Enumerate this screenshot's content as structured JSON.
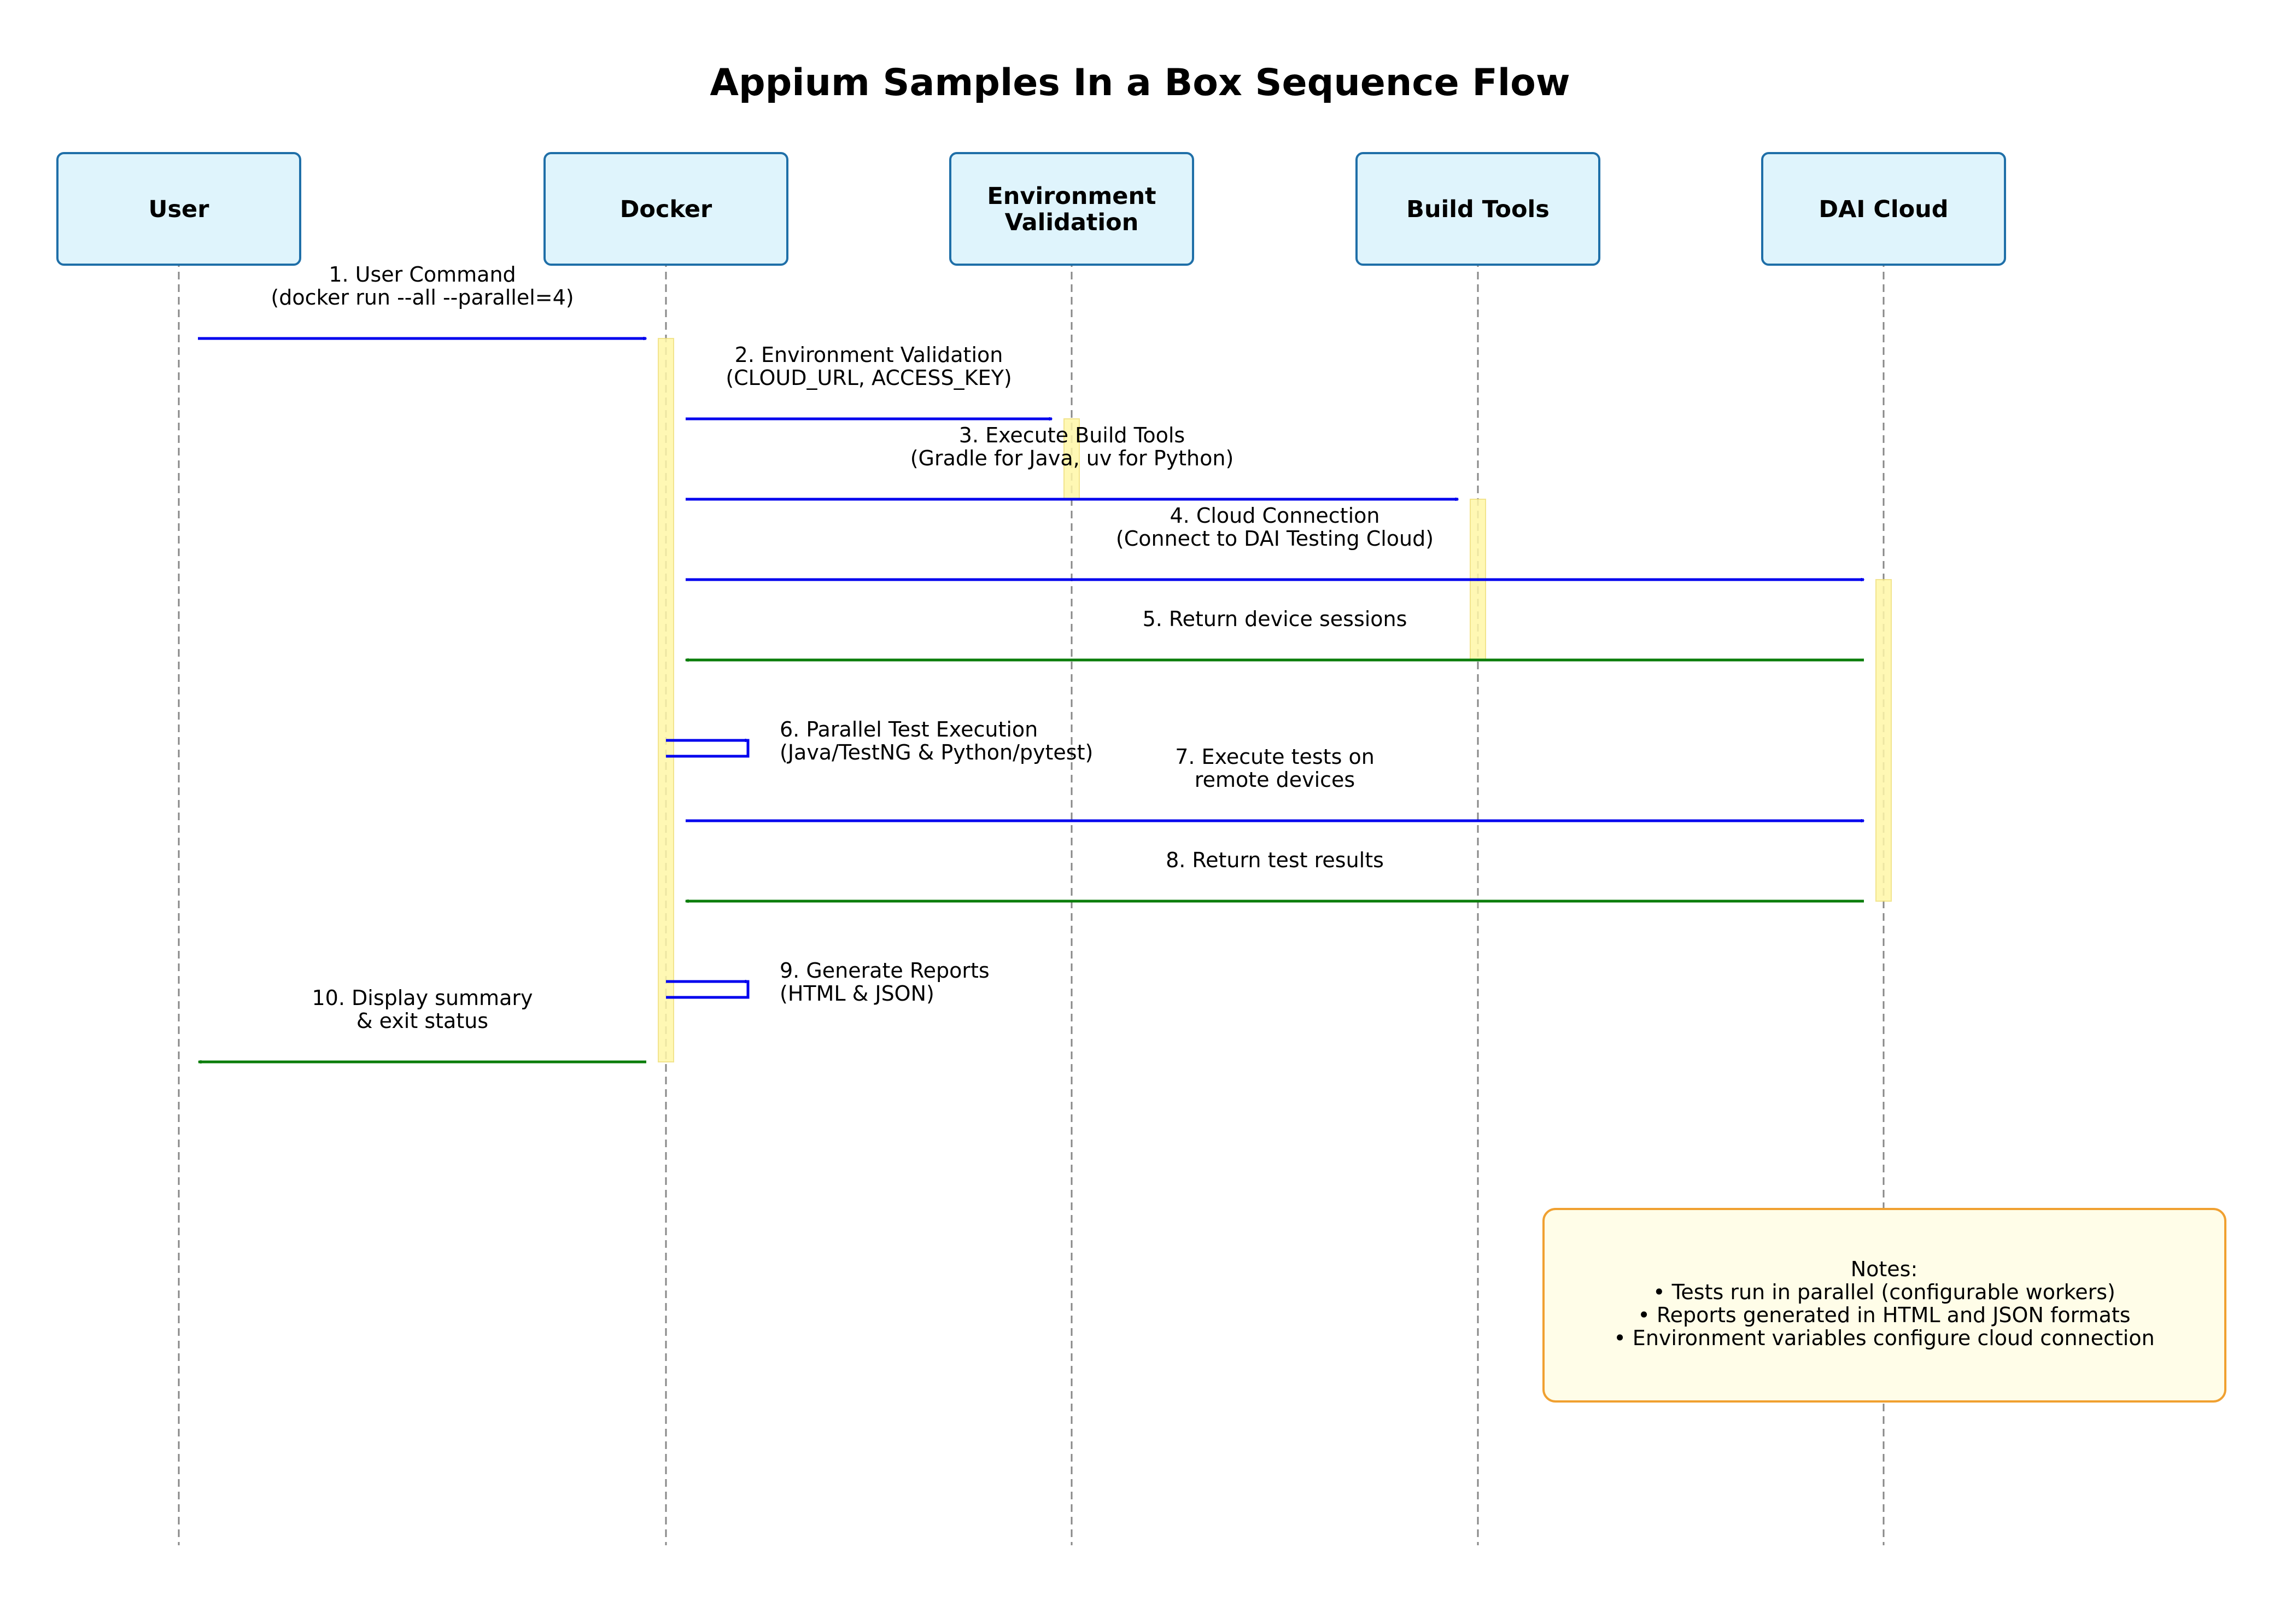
{
  "title": "Appium Samples In a Box Sequence Flow",
  "colors": {
    "actor_fill": "#dff4fc",
    "actor_stroke": "#1f6fa8",
    "lifeline": "#888888",
    "activation_fill": "#fff7a8",
    "activation_stroke": "#f0e07a",
    "request_arrow": "#0000ee",
    "response_arrow": "#0a7d0a",
    "note_fill": "#fffde8",
    "note_stroke": "#f0a030",
    "text": "#000000"
  },
  "actors": [
    {
      "id": "user",
      "lines": [
        "User"
      ]
    },
    {
      "id": "docker",
      "lines": [
        "Docker"
      ]
    },
    {
      "id": "env",
      "lines": [
        "Environment",
        "Validation"
      ]
    },
    {
      "id": "build",
      "lines": [
        "Build Tools"
      ]
    },
    {
      "id": "cloud",
      "lines": [
        "DAI Cloud"
      ]
    }
  ],
  "messages": [
    {
      "step": 1,
      "from": "user",
      "to": "docker",
      "kind": "request",
      "lines": [
        "1. User Command",
        "(docker run --all --parallel=4)"
      ]
    },
    {
      "step": 2,
      "from": "docker",
      "to": "env",
      "kind": "request",
      "lines": [
        "2. Environment Validation",
        "(CLOUD_URL, ACCESS_KEY)"
      ]
    },
    {
      "step": 3,
      "from": "docker",
      "to": "build",
      "kind": "request",
      "lines": [
        "3. Execute Build Tools",
        "(Gradle for Java, uv for Python)"
      ]
    },
    {
      "step": 4,
      "from": "docker",
      "to": "cloud",
      "kind": "request",
      "lines": [
        "4. Cloud Connection",
        "(Connect to DAI Testing Cloud)"
      ]
    },
    {
      "step": 5,
      "from": "cloud",
      "to": "docker",
      "kind": "response",
      "lines": [
        "5. Return device sessions"
      ]
    },
    {
      "step": 6,
      "from": "docker",
      "to": "docker",
      "kind": "self",
      "lines": [
        "6. Parallel Test Execution",
        "(Java/TestNG & Python/pytest)"
      ]
    },
    {
      "step": 7,
      "from": "docker",
      "to": "cloud",
      "kind": "request",
      "lines": [
        "7. Execute tests on",
        "remote devices"
      ]
    },
    {
      "step": 8,
      "from": "cloud",
      "to": "docker",
      "kind": "response",
      "lines": [
        "8. Return test results"
      ]
    },
    {
      "step": 9,
      "from": "docker",
      "to": "docker",
      "kind": "self",
      "lines": [
        "9. Generate Reports",
        "(HTML & JSON)"
      ]
    },
    {
      "step": 10,
      "from": "docker",
      "to": "user",
      "kind": "response",
      "lines": [
        "10. Display summary",
        "& exit status"
      ]
    }
  ],
  "activations": [
    {
      "actor": "docker",
      "from_step": 1,
      "to_step": 10
    },
    {
      "actor": "env",
      "from_step": 2,
      "to_step": 3
    },
    {
      "actor": "build",
      "from_step": 3,
      "to_step": 5
    },
    {
      "actor": "cloud",
      "from_step": 4,
      "to_step": 8
    }
  ],
  "note": {
    "lines": [
      "Notes:",
      "• Tests run in parallel (configurable workers)",
      "• Reports generated in HTML and JSON formats",
      "• Environment variables configure cloud connection"
    ]
  }
}
